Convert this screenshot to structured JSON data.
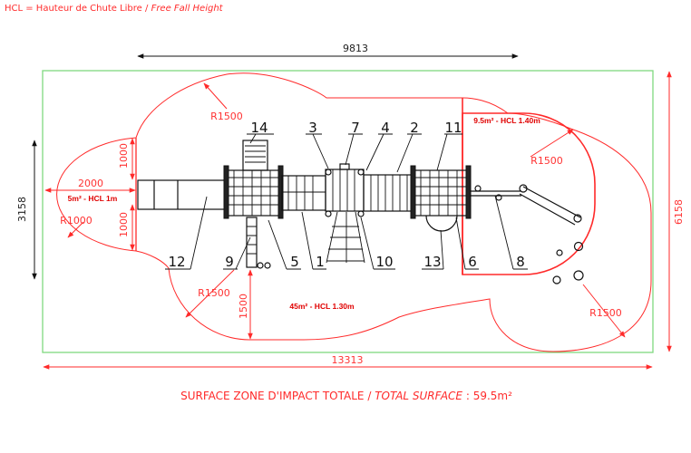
{
  "header": {
    "legend_main": "HCL = Hauteur de Chute Libre / ",
    "legend_italic": "Free Fall Height"
  },
  "dimensions": {
    "top_width": "9813",
    "bottom_width": "13313",
    "left_height": "3158",
    "right_height": "6158",
    "left_zone_width": "2000",
    "left_zone_upper": "1000",
    "left_zone_lower": "1000",
    "bottom_offset": "1500"
  },
  "radii": {
    "top_left": "R1500",
    "left": "R1000",
    "right_inner": "R1500",
    "bottom_left": "R1500",
    "bottom_right": "R1500"
  },
  "zones": {
    "left": "5m² - HCL 1m",
    "main": "45m² - HCL 1.30m",
    "right": "9.5m² - HCL 1.40m"
  },
  "part_labels": [
    "14",
    "3",
    "7",
    "4",
    "2",
    "11",
    "12",
    "9",
    "5",
    "1",
    "10",
    "13",
    "6",
    "8"
  ],
  "footer": {
    "label_main": "SURFACE ZONE D'IMPACT TOTALE / ",
    "label_italic": "TOTAL SURFACE",
    "value": " : 59.5m²"
  },
  "colors": {
    "accent_red": "#ff2a2a",
    "border_green": "#7fd97f"
  }
}
